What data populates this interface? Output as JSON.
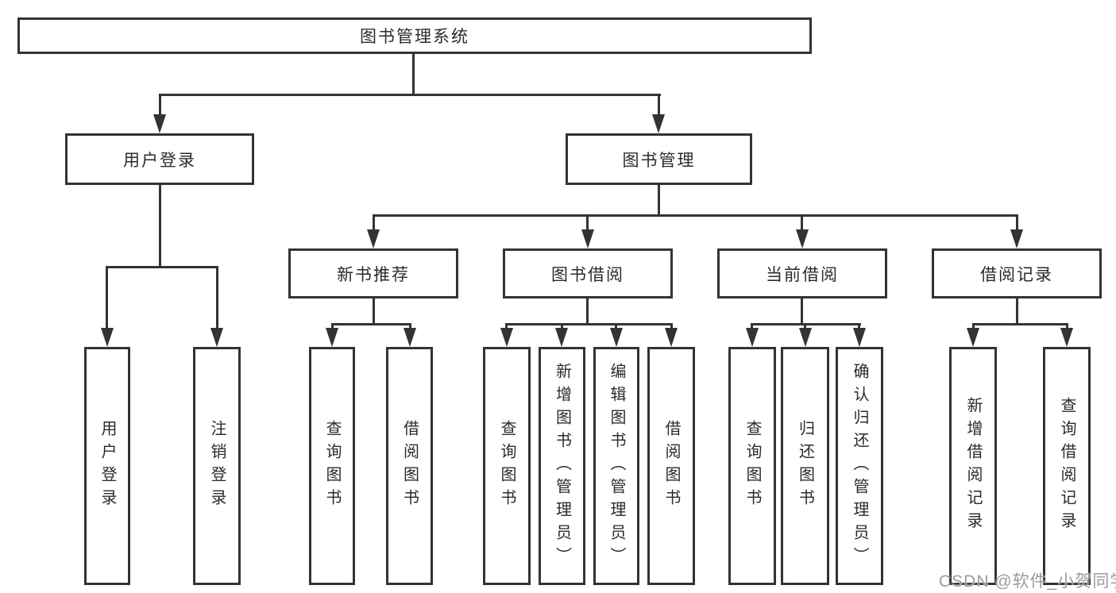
{
  "colors": {
    "line": "#333333",
    "text": "#2b2b2b",
    "background": "#ffffff",
    "watermark": "#9b9b9b"
  },
  "watermark": "CSDN @软件_小贺同学",
  "tree": {
    "root": "图书管理系统",
    "user_login": {
      "label": "用户登录",
      "children": {
        "login": "用户登录",
        "logout": "注销登录"
      }
    },
    "book_mgmt": {
      "label": "图书管理",
      "children": {
        "new_book_rec": {
          "label": "新书推荐",
          "children": {
            "query_book": "查询图书",
            "borrow_book": "借阅图书"
          }
        },
        "book_borrow": {
          "label": "图书借阅",
          "children": {
            "query_book": "查询图书",
            "add_book": "新增图书（管理员）",
            "edit_book": "编辑图书（管理员）",
            "borrow_book": "借阅图书"
          }
        },
        "current_borrow": {
          "label": "当前借阅",
          "children": {
            "query_book": "查询图书",
            "return_book": "归还图书",
            "confirm_return": "确认归还（管理员）"
          }
        },
        "borrow_records": {
          "label": "借阅记录",
          "children": {
            "add_record": "新增借阅记录",
            "query_record": "查询借阅记录"
          }
        }
      }
    }
  }
}
